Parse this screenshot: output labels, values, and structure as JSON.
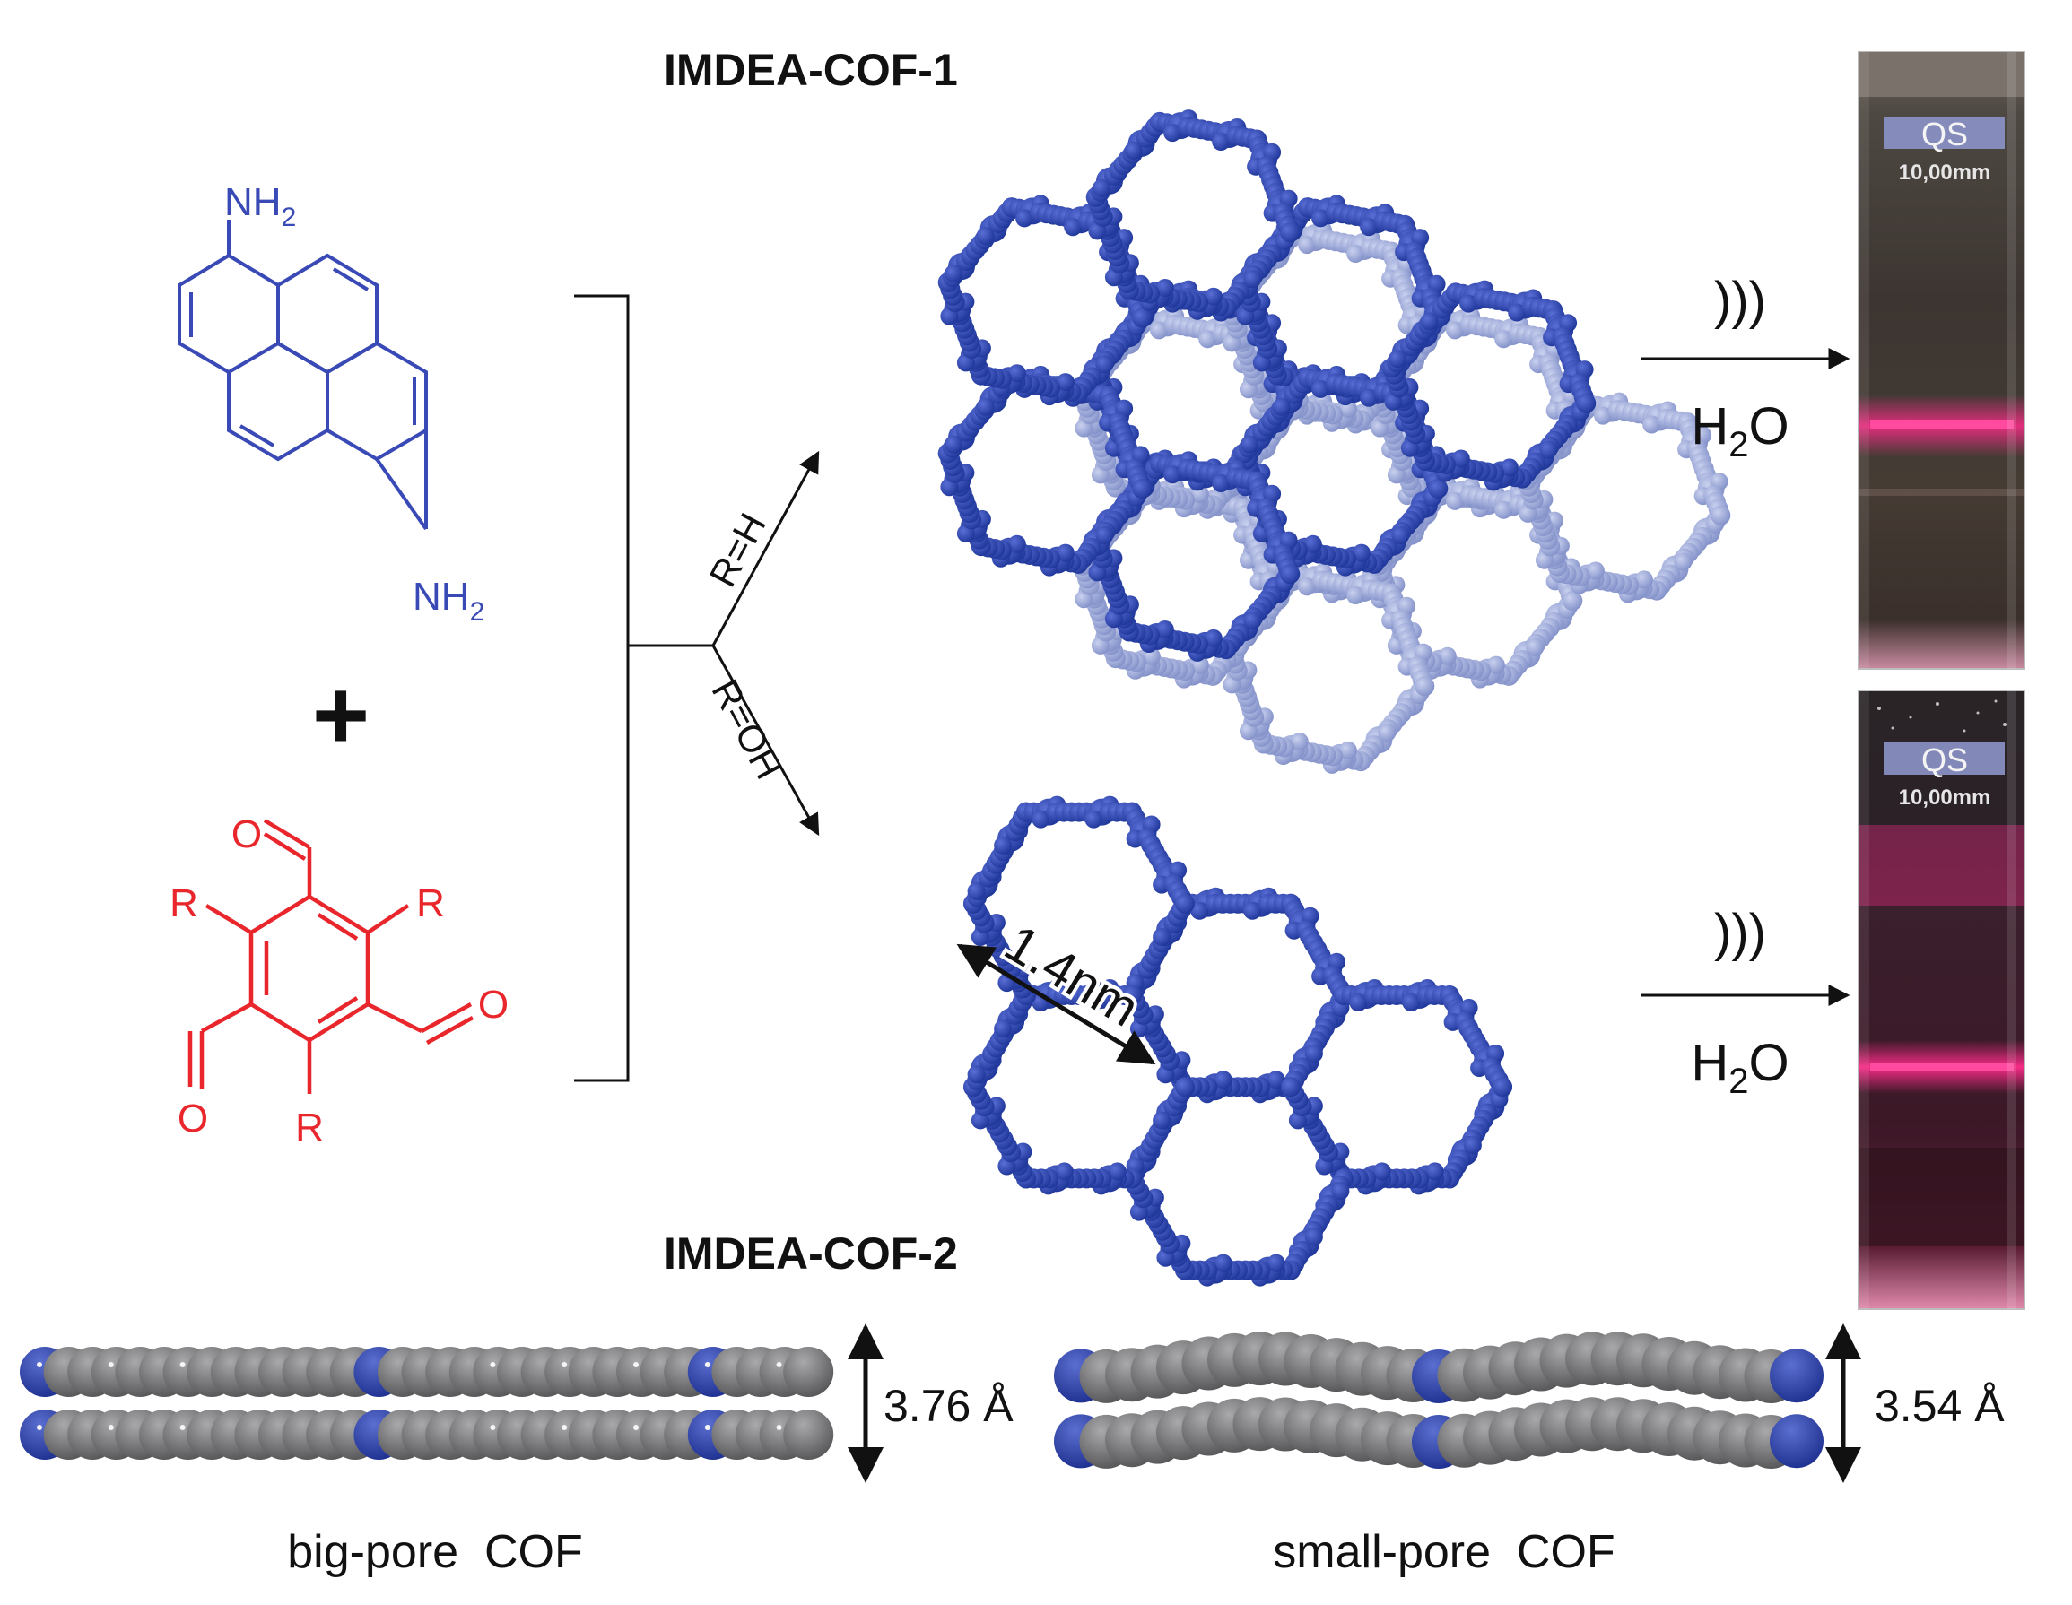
{
  "colors": {
    "amine": "#3949b5",
    "aldehyde": "#e8262b",
    "cof_dark": "#2a44b0",
    "cof_light": "#9aa8d8",
    "stack_gray": "#6e6e70",
    "stack_blue": "#2a43ad",
    "cuvette_glow": "#ff2c8a",
    "ink": "#111111"
  },
  "reactant_amine": {
    "top_group": "NH",
    "top_sub": "2",
    "bottom_group": "NH",
    "bottom_sub": "2"
  },
  "plus": "+",
  "reactant_aldehyde": {
    "r_left": "R",
    "r_right": "R",
    "r_bottom": "R",
    "o_top": "O",
    "o_left": "O",
    "o_right": "O"
  },
  "branch_top_label": "R=H",
  "branch_bottom_label": "R=OH",
  "cof1_title": "IMDEA-COF-1",
  "cof2_title": "IMDEA-COF-2",
  "pore_size": "1.4nm",
  "sonication_top": ")))",
  "solvent_top": "H",
  "solvent_top_sub": "2",
  "solvent_top_tail": "O",
  "sonication_bottom": ")))",
  "solvent_bottom": "H",
  "solvent_bottom_sub": "2",
  "solvent_bottom_tail": "O",
  "cuvette_top_label": "QS",
  "cuvette_top_path": "10,00mm",
  "cuvette_bottom_label": "QS",
  "cuvette_bottom_path": "10,00mm",
  "big_pore_spacing": "3.76 Å",
  "small_pore_spacing": "3.54 Å",
  "big_pore_caption": "big-pore  COF",
  "small_pore_caption": "small-pore  COF"
}
